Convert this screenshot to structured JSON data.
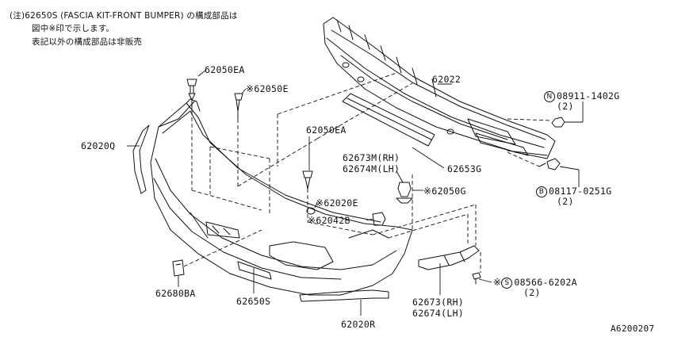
{
  "note": {
    "line1": "(注)62650S (FASCIA KIT-FRONT BUMPER) の構成部品は",
    "line2": "図中※印で示します。",
    "line3": "表記以外の構成部品は非販売"
  },
  "parts": {
    "p62050EA_top": "62050EA",
    "p62050E": "62050E",
    "p62022": "62022",
    "p08911": "08911-1402G",
    "p08911_qty": "(2)",
    "p08911_mark": "N",
    "p62020Q": "62020Q",
    "p62050EA_mid": "62050EA",
    "p62673M": "62673M(RH)",
    "p62674M": "62674M(LH)",
    "p62653G": "62653G",
    "p62050G": "62050G",
    "p08117": "08117-0251G",
    "p08117_qty": "(2)",
    "p08117_mark": "B",
    "p62020E": "62020E",
    "p62042B": "62042B",
    "p08566": "08566-6202A",
    "p08566_qty": "(2)",
    "p08566_mark": "S",
    "p62680BA": "62680BA",
    "p62650S": "62650S",
    "p62673": "62673(RH)",
    "p62674": "62674(LH)",
    "p62020R": "62020R",
    "figure_id": "A6200207",
    "kit_mark": "※"
  }
}
